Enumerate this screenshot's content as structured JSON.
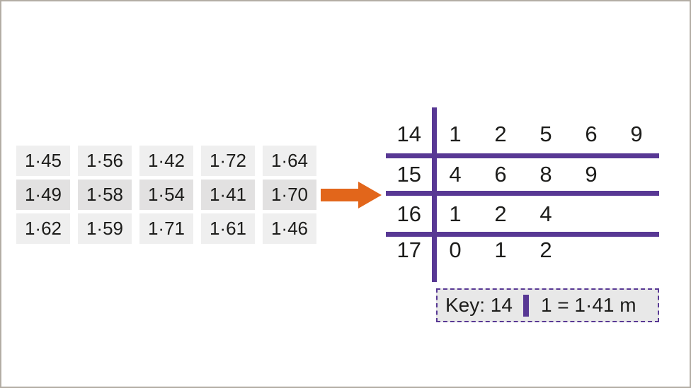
{
  "colors": {
    "purple": "#583894",
    "orange": "#e2661b",
    "cell_gray": "#efefef",
    "cell_gray_alt": "#e2e1e1",
    "key_bg": "#e8e8e8",
    "frame_border": "#b3ada4",
    "text": "#1d1d1b"
  },
  "data_table": {
    "rows": [
      [
        "1·45",
        "1·56",
        "1·42",
        "1·72",
        "1·64"
      ],
      [
        "1·49",
        "1·58",
        "1·54",
        "1·41",
        "1·70"
      ],
      [
        "1·62",
        "1·59",
        "1·71",
        "1·61",
        "1·46"
      ]
    ]
  },
  "arrow": {
    "direction": "right"
  },
  "stem_leaf": {
    "rows": [
      {
        "stem": "14",
        "leaves": [
          "1",
          "2",
          "5",
          "6",
          "9"
        ]
      },
      {
        "stem": "15",
        "leaves": [
          "4",
          "6",
          "8",
          "9"
        ]
      },
      {
        "stem": "16",
        "leaves": [
          "1",
          "2",
          "4"
        ]
      },
      {
        "stem": "17",
        "leaves": [
          "0",
          "1",
          "2"
        ]
      }
    ]
  },
  "key": {
    "prefix": "Key: 14",
    "suffix": "1 = 1·41 m"
  },
  "chart_data": {
    "type": "table",
    "subtype": "stem-and-leaf",
    "title": "",
    "raw_values": [
      1.45,
      1.56,
      1.42,
      1.72,
      1.64,
      1.49,
      1.58,
      1.54,
      1.41,
      1.7,
      1.62,
      1.59,
      1.71,
      1.61,
      1.46
    ],
    "stems": [
      "14",
      "15",
      "16",
      "17"
    ],
    "leaves": [
      [
        "1",
        "2",
        "5",
        "6",
        "9"
      ],
      [
        "4",
        "6",
        "8",
        "9"
      ],
      [
        "1",
        "2",
        "4"
      ],
      [
        "0",
        "1",
        "2"
      ]
    ],
    "key": "Key: 14 | 1 = 1·41 m",
    "unit": "m",
    "legend_position": "bottom-right",
    "grid": false
  }
}
